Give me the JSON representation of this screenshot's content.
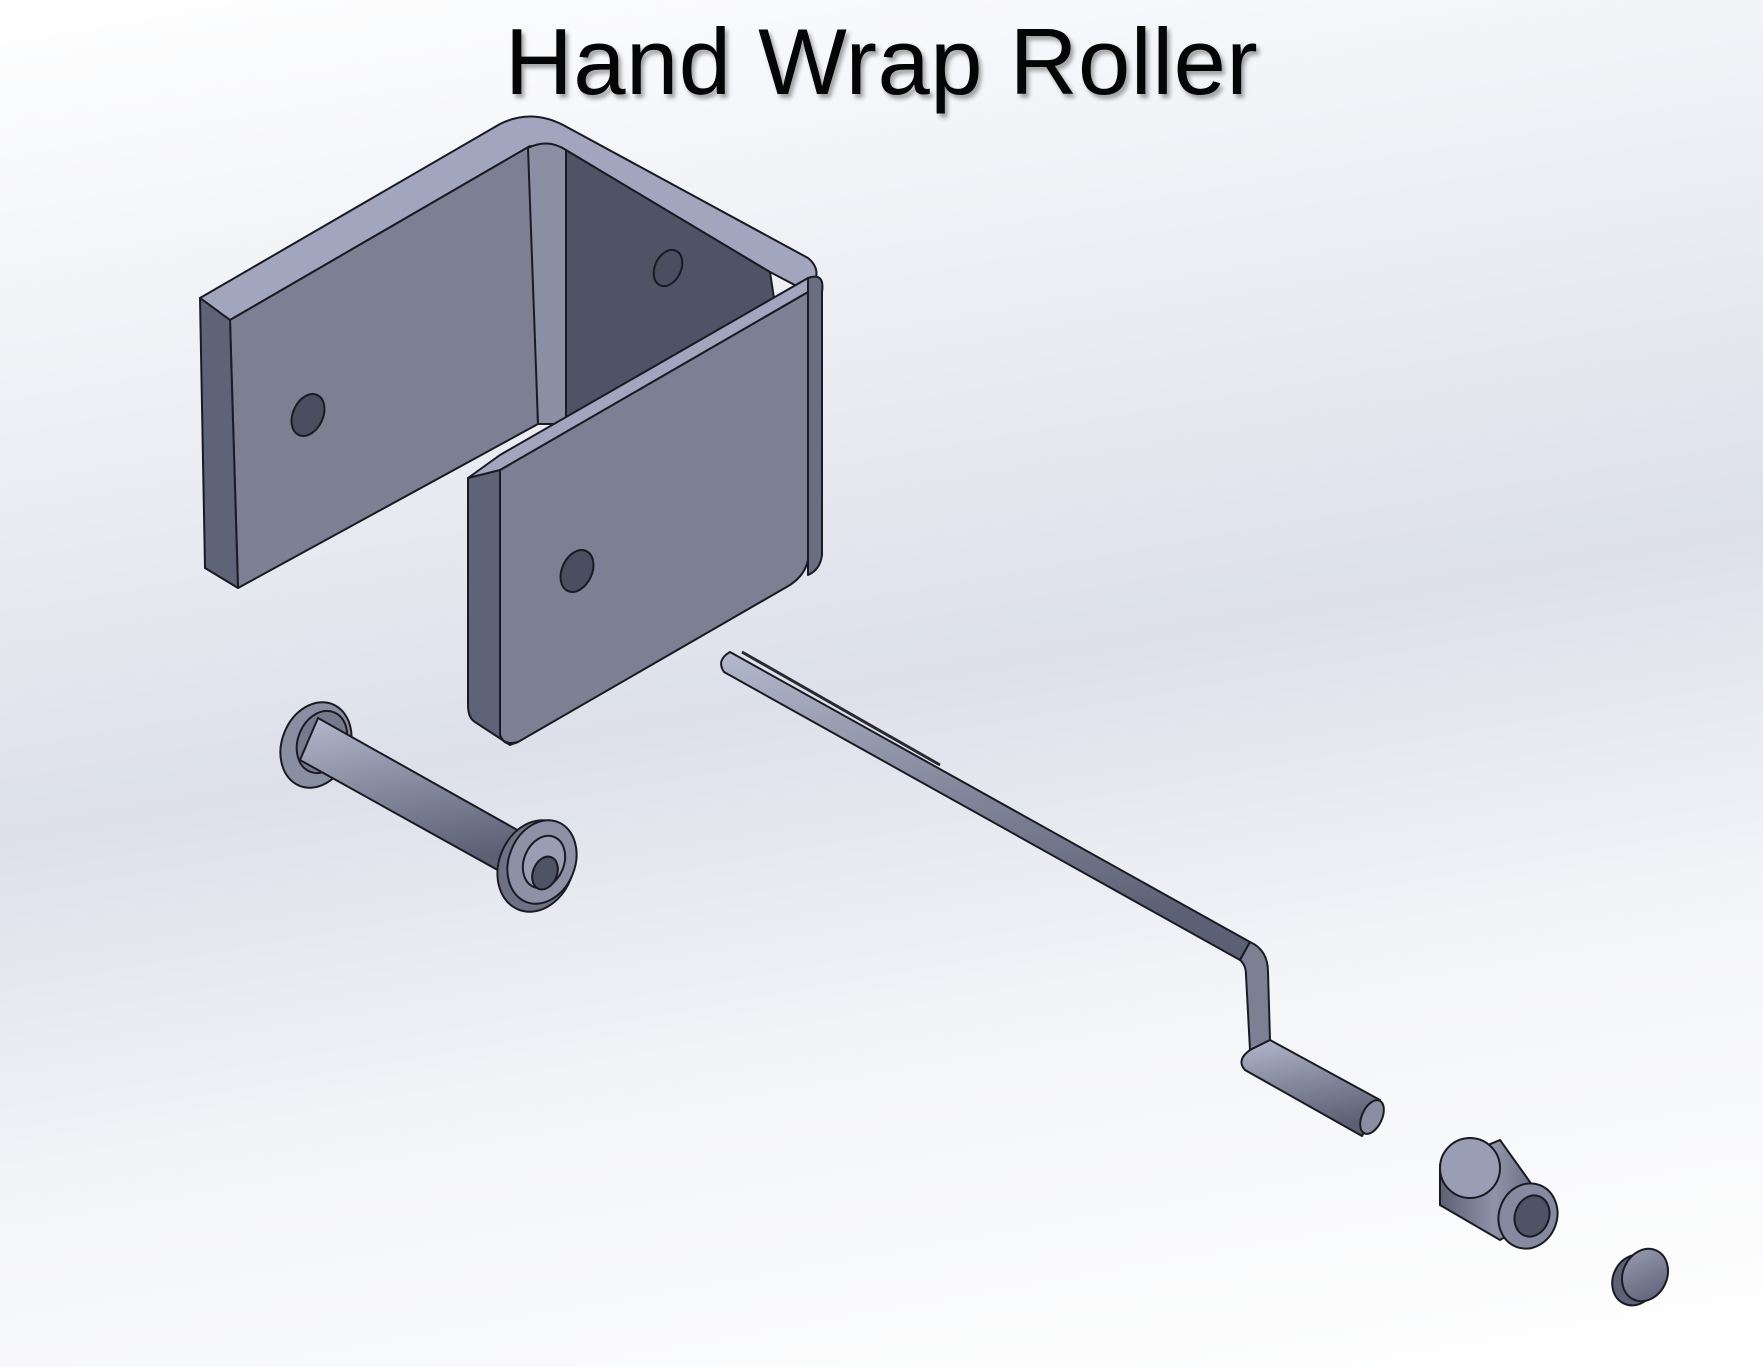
{
  "title": "Hand Wrap Roller",
  "parts": {
    "bracket": "u-bracket",
    "spool": "spool-axle",
    "crank": "crank-rod",
    "bushing": "bushing-sleeve",
    "cap": "end-cap"
  },
  "colors": {
    "face_light": "#7c8092",
    "face_dark": "#52566a",
    "edge_light": "#a1a5bd",
    "edge_dark": "#5f6377",
    "outline": "#1a1a22"
  }
}
